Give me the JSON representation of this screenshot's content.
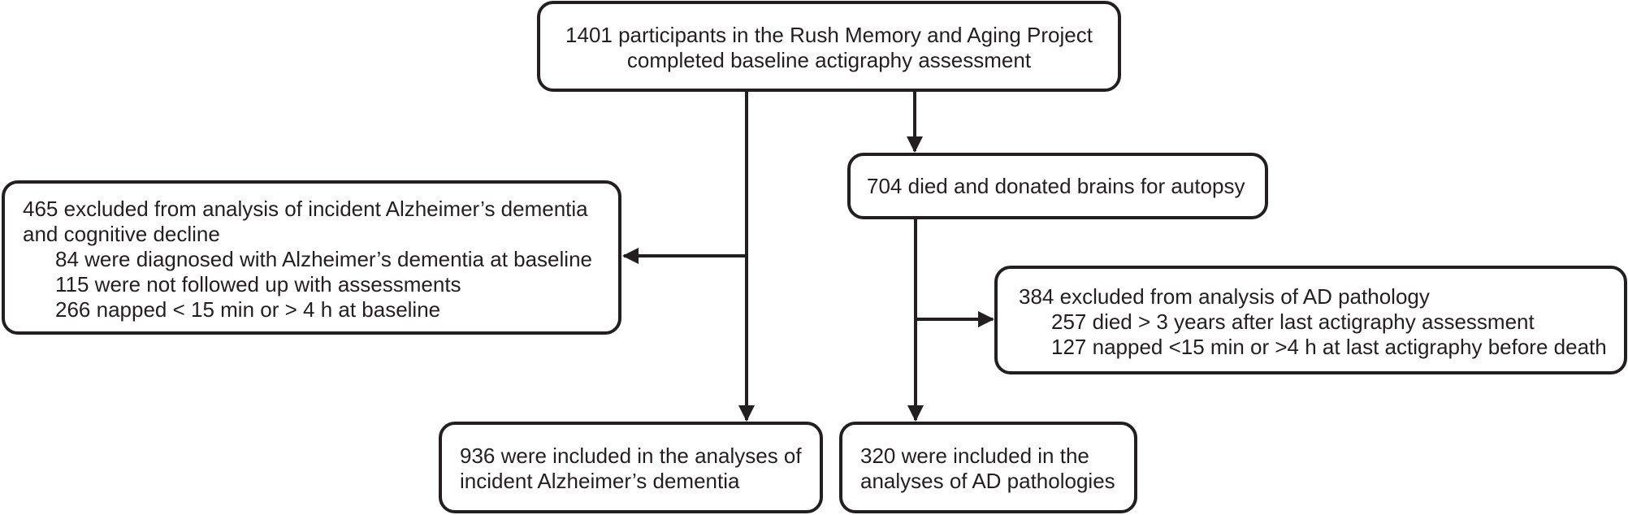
{
  "nodes": {
    "baseline": {
      "lines": [
        "1401 participants in the Rush Memory and Aging Project",
        "completed baseline actigraphy assessment"
      ]
    },
    "died": {
      "lines": [
        "704 died and donated brains for autopsy"
      ]
    },
    "excluded_dementia": {
      "header": [
        "465 excluded from analysis of incident Alzheimer’s dementia",
        "and cognitive decline"
      ],
      "items": [
        "84 were diagnosed with Alzheimer’s dementia at baseline",
        "115 were not followed up with assessments",
        "266 napped < 15 min or > 4 h at baseline"
      ]
    },
    "excluded_pathology": {
      "header": [
        "384 excluded from analysis of AD pathology"
      ],
      "items": [
        "257 died > 3 years after last actigraphy assessment",
        "127 napped <15 min or >4 h at last actigraphy before death"
      ]
    },
    "included_dementia": {
      "lines": [
        "936 were included in the analyses of",
        "incident Alzheimer’s dementia"
      ]
    },
    "included_pathology": {
      "lines": [
        "320 were included in the",
        "analyses of AD pathologies"
      ]
    }
  },
  "style": {
    "stroke_color": "#231f20",
    "background": "#ffffff"
  }
}
